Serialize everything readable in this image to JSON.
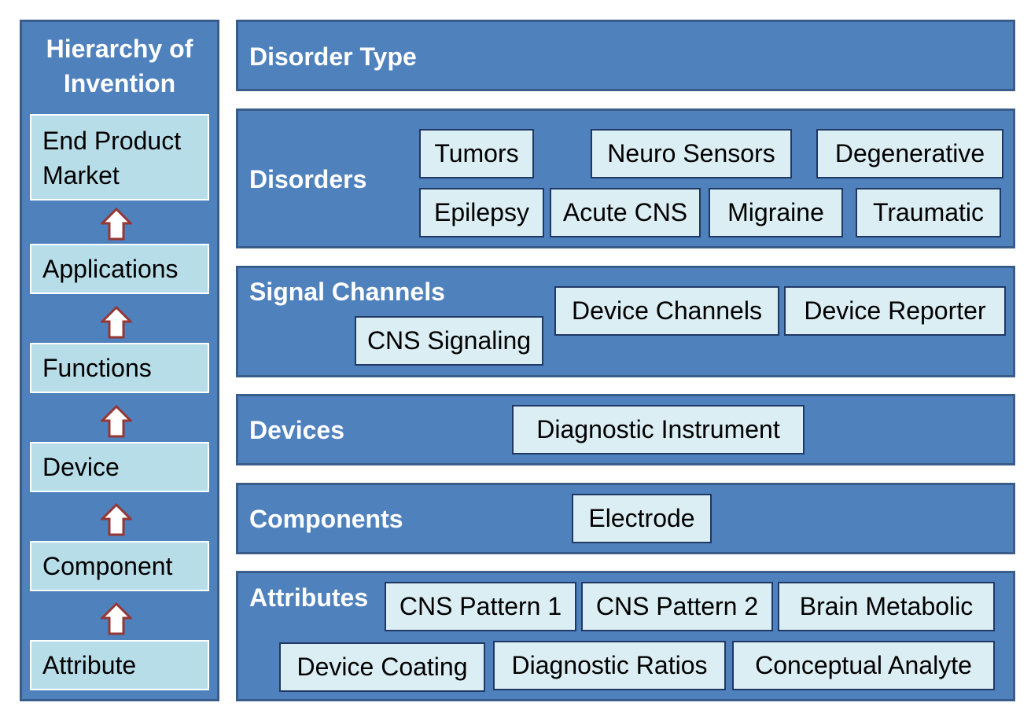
{
  "hierarchy": {
    "title": "Hierarchy of Invention",
    "levels": [
      "End Product Market",
      "Applications",
      "Functions",
      "Device",
      "Component",
      "Attribute"
    ],
    "arrow_icon": "up-arrow-icon",
    "arrow_color": "#953735"
  },
  "rows": {
    "disorder_type": {
      "title": "Disorder Type"
    },
    "disorders": {
      "title": "Disorders",
      "items": [
        "Tumors",
        "Neuro Sensors",
        "Degenerative",
        "Epilepsy",
        "Acute CNS",
        "Migraine",
        "Traumatic"
      ]
    },
    "signal_channels": {
      "title": "Signal Channels",
      "items": [
        "Device Channels",
        "Device Reporter",
        "CNS Signaling"
      ]
    },
    "devices": {
      "title": "Devices",
      "items": [
        "Diagnostic Instrument"
      ]
    },
    "components": {
      "title": "Components",
      "items": [
        "Electrode"
      ]
    },
    "attributes": {
      "title": "Attributes",
      "items": [
        "CNS Pattern 1",
        "CNS Pattern 2",
        "Brain Metabolic",
        "Device Coating",
        "Diagnostic Ratios",
        "Conceptual Analyte"
      ]
    }
  },
  "colors": {
    "panel": "#4f81bd",
    "panel_border": "#385d8a",
    "left_box": "#b7dde8",
    "item_box": "#dbeef3",
    "item_border": "#1f3864"
  }
}
